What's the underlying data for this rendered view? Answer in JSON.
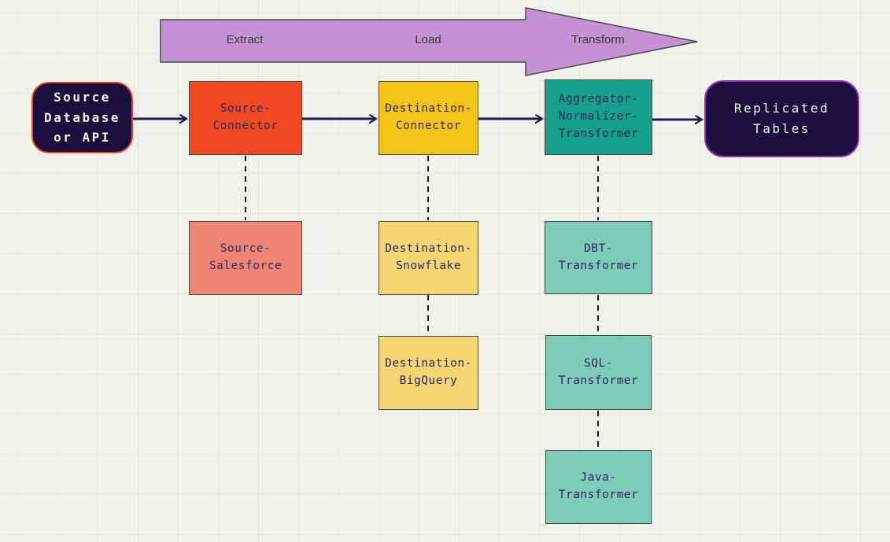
{
  "diagram": {
    "flow_banner": {
      "stages": [
        {
          "label": "Extract"
        },
        {
          "label": "Load"
        },
        {
          "label": "Transform"
        }
      ],
      "fill": "#c791d6"
    },
    "nodes": {
      "source_database": {
        "label": "Source\nDatabase\nor API",
        "fill": "#1a0f3c",
        "border": "#e8472b",
        "text_color": "#ffffff"
      },
      "source_connector": {
        "label": "Source-\nConnector",
        "fill": "#f14a23"
      },
      "destination_connector": {
        "label": "Destination-\nConnector",
        "fill": "#f4c417"
      },
      "aggregator_normalizer_transformer": {
        "label": "Aggregator-\nNormalizer-\nTransformer",
        "fill": "#14a18a"
      },
      "replicated_tables": {
        "label": "Replicated\nTables",
        "fill": "#1a0f3c",
        "border": "#9b30bd",
        "text_color": "#ffffff"
      },
      "source_salesforce": {
        "label": "Source-\nSalesforce",
        "fill": "#ee8575"
      },
      "destination_snowflake": {
        "label": "Destination-\nSnowflake",
        "fill": "#f6d674"
      },
      "destination_bigquery": {
        "label": "Destination-\nBigQuery",
        "fill": "#f6d674"
      },
      "dbt_transformer": {
        "label": "DBT-\nTransformer",
        "fill": "#7ecbb8"
      },
      "sql_transformer": {
        "label": "SQL-\nTransformer",
        "fill": "#7ecbb8"
      },
      "java_transformer": {
        "label": "Java-\nTransformer",
        "fill": "#7ecbb8"
      }
    },
    "edges": {
      "solid": [
        {
          "from": "source_database",
          "to": "source_connector"
        },
        {
          "from": "source_connector",
          "to": "destination_connector"
        },
        {
          "from": "destination_connector",
          "to": "aggregator_normalizer_transformer"
        },
        {
          "from": "aggregator_normalizer_transformer",
          "to": "replicated_tables"
        }
      ],
      "dashed": [
        {
          "from": "source_connector",
          "to": "source_salesforce"
        },
        {
          "from": "destination_connector",
          "to": "destination_snowflake"
        },
        {
          "from": "destination_snowflake",
          "to": "destination_bigquery"
        },
        {
          "from": "aggregator_normalizer_transformer",
          "to": "dbt_transformer"
        },
        {
          "from": "dbt_transformer",
          "to": "sql_transformer"
        },
        {
          "from": "sql_transformer",
          "to": "java_transformer"
        }
      ]
    },
    "colors": {
      "background": "#f1f1ee",
      "grid_line": "#e7e7e2",
      "flow_line": "#1c1c52",
      "dashed_line": "#1b1b1b",
      "node_text": "#322460",
      "shape_border": "#4a4a42"
    }
  }
}
